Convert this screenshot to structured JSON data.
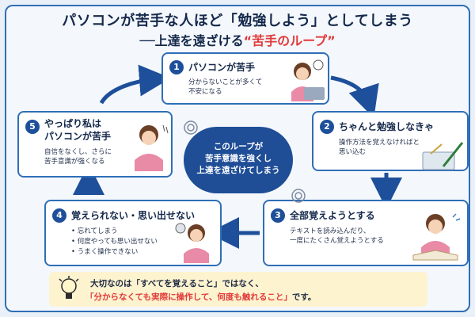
{
  "header": {
    "title": "パソコンが苦手な人ほど「勉強しよう」としてしまう",
    "subtitle_lead": "──上達を遠ざける",
    "subtitle_highlight": "“苦手のループ”"
  },
  "center_text": [
    "このループが",
    "苦手意識を強くし",
    "上達を遠ざけてしまう"
  ],
  "steps": [
    {
      "number": "1",
      "title": "パソコンが苦手",
      "desc": [
        "分からないことが多くて",
        "不安になる"
      ]
    },
    {
      "number": "2",
      "title": "ちゃんと勉強しなきゃ",
      "desc": [
        "操作方法を覚えなければと",
        "思い込む"
      ]
    },
    {
      "number": "3",
      "title": "全部覚えようとする",
      "desc": [
        "テキストを読み込んだり、",
        "一度にたくさん覚えようとする"
      ]
    },
    {
      "number": "4",
      "title": "覚えられない・思い出せない",
      "bullets": [
        "• 忘れてしまう",
        "• 何度やっても思い出せない",
        "• うまく操作できない"
      ]
    },
    {
      "number": "5",
      "title_lines": [
        "やっぱり私は",
        "パソコンが苦手"
      ],
      "desc": [
        "自信をなくし、さらに",
        "苦手意識が強くなる"
      ]
    }
  ],
  "footer": {
    "line1": "大切なのは「すべてを覚えること」ではなく、",
    "line2_red": "「分からなくても実際に操作して、何度も触れること」",
    "line2_tail": "です。"
  },
  "colors": {
    "accent": "#2f6fb6",
    "navy": "#1e4f9a",
    "highlight": "#e23a3a",
    "footer_bg": "#fdf3cf"
  },
  "icons": [
    "woman-laptop-illustration",
    "woman-writing-illustration",
    "woman-reading-illustration",
    "woman-confused-illustration",
    "woman-sad-illustration",
    "lightbulb-icon",
    "cycle-arrow"
  ]
}
